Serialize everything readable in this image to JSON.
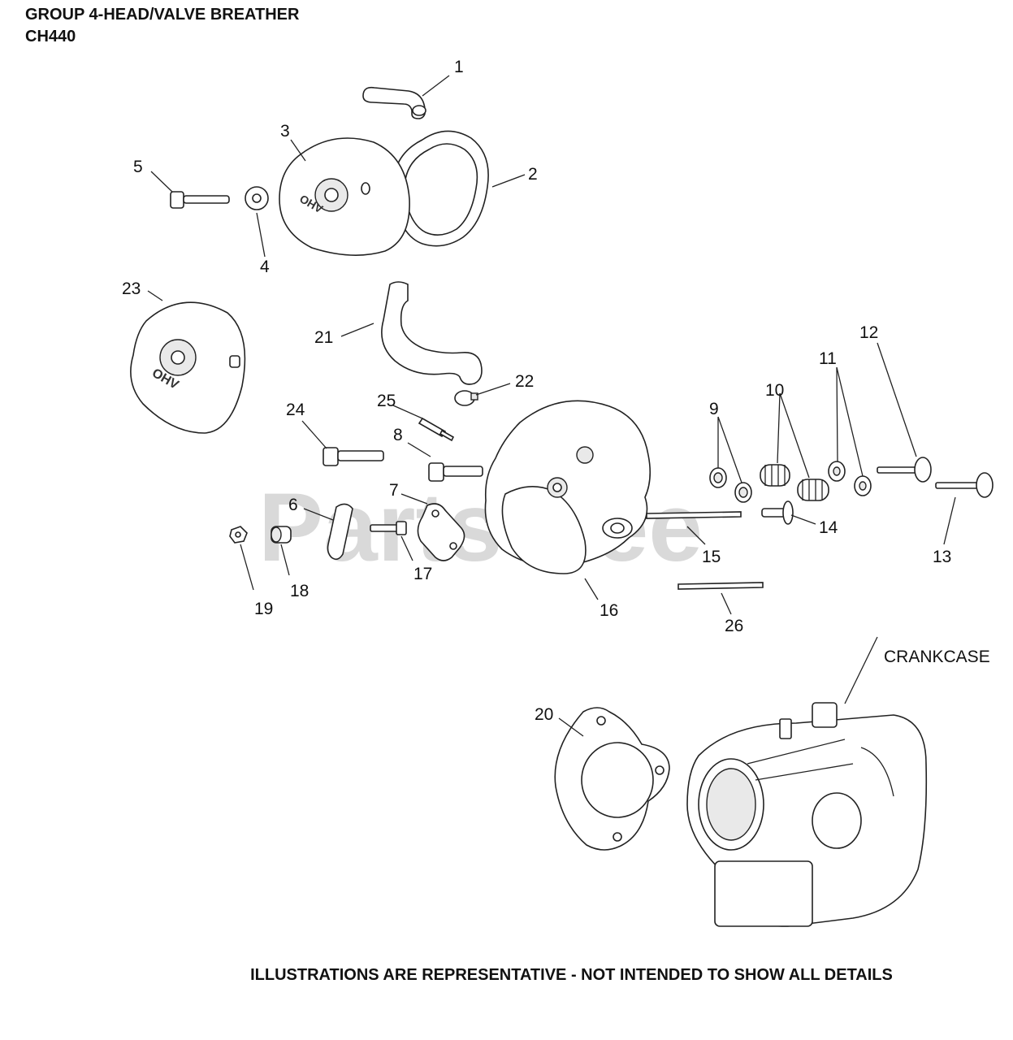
{
  "header": {
    "title_line1": "GROUP 4-HEAD/VALVE BREATHER",
    "title_line2": "CH440"
  },
  "footer": {
    "note": "ILLUSTRATIONS ARE REPRESENTATIVE - NOT INTENDED TO SHOW ALL DETAILS"
  },
  "watermark": "PartsTree",
  "parts": {
    "p1": "1",
    "p2": "2",
    "p3": "3",
    "p4": "4",
    "p5": "5",
    "p6": "6",
    "p7": "7",
    "p8": "8",
    "p9": "9",
    "p10": "10",
    "p11": "11",
    "p12": "12",
    "p13": "13",
    "p14": "14",
    "p15": "15",
    "p16": "16",
    "p17": "17",
    "p18": "18",
    "p19": "19",
    "p20": "20",
    "p21": "21",
    "p22": "22",
    "p23": "23",
    "p24": "24",
    "p25": "25",
    "p26": "26",
    "crankcase": "CRANKCASE"
  },
  "cover_badge": "OHV"
}
